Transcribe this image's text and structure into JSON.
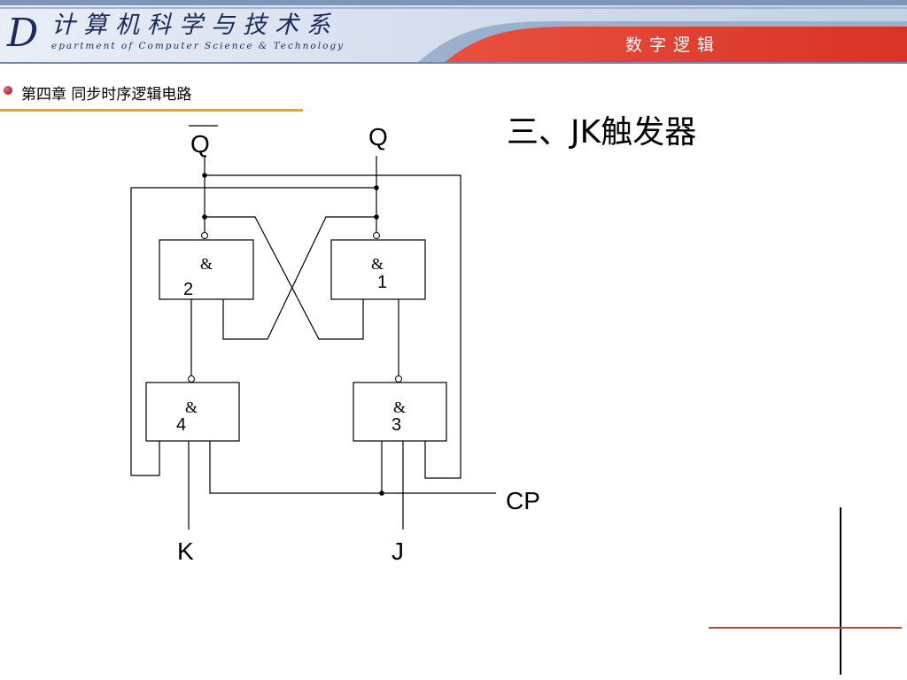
{
  "header": {
    "logo_letter": "D",
    "dept_name_cn": "计算机科学与技术系",
    "dept_name_en": "epartment of Computer Science & Technology",
    "course_title": "数字逻辑",
    "colors": {
      "left_band": "#dce6f2",
      "stripe": "#8ea9c8",
      "right_band": "#e24033",
      "text": "#1c2a5a"
    }
  },
  "chapter": {
    "title": "第四章  同步时序逻辑电路",
    "underline_color": "#f0a21e",
    "bullet_color": "#a51c34"
  },
  "section_title": "三、JK触发器",
  "diagram": {
    "outputs": {
      "q_bar": "Q",
      "q": "Q"
    },
    "gates": [
      {
        "symbol": "&",
        "number": "2"
      },
      {
        "symbol": "&",
        "number": "1"
      },
      {
        "symbol": "&",
        "number": "4"
      },
      {
        "symbol": "&",
        "number": "3"
      }
    ],
    "inputs": {
      "k": "K",
      "j": "J",
      "clock": "CP"
    }
  }
}
